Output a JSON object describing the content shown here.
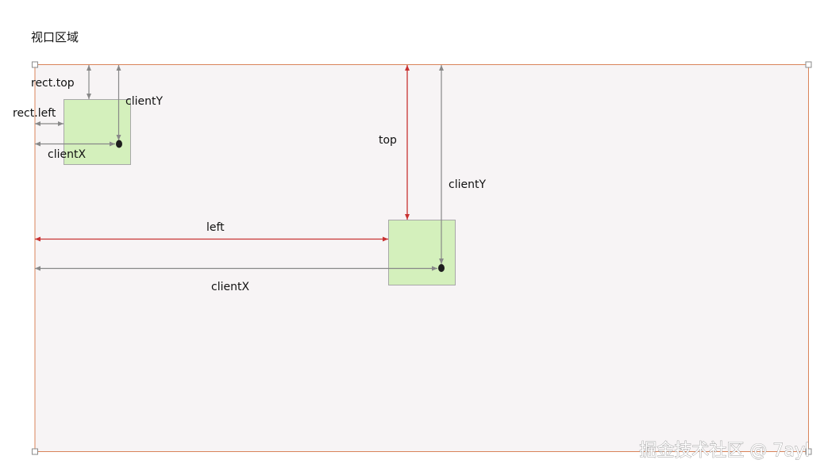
{
  "viewport": {
    "title": "视口区域"
  },
  "small_box": {
    "rect_top_label": "rect.top",
    "rect_left_label": "rect.left",
    "client_y_label": "clientY",
    "client_x_label": "clientX"
  },
  "large_box": {
    "top_label": "top",
    "left_label": "left",
    "client_y_label": "clientY",
    "client_x_label": "clientX"
  },
  "watermark": {
    "text": "掘金技术社区 @ 7ayl"
  },
  "colors": {
    "viewport_border": "#d9845a",
    "viewport_fill": "#f7f4f5",
    "box_fill": "#d4f0bc",
    "box_border": "#a8a8a8",
    "red_arrow": "#c83232",
    "gray_arrow": "#888888",
    "dot": "#1e1e1e"
  }
}
